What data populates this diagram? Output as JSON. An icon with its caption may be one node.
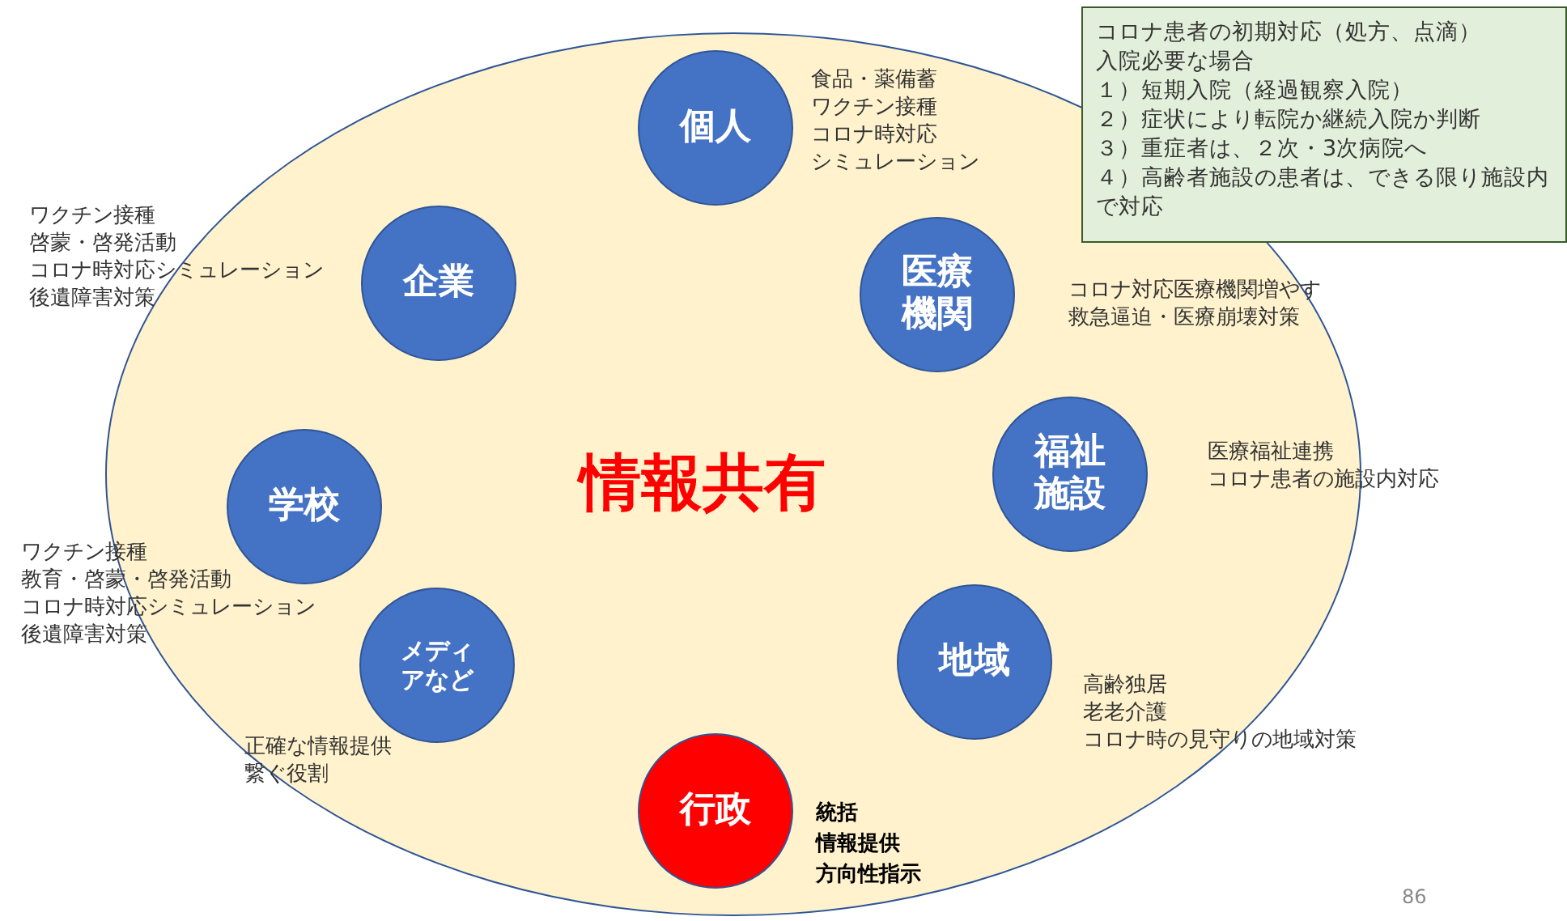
{
  "diagram": {
    "nodes": [
      {
        "text": [
          "情報共有"
        ]
      },
      {
        "text": [
          "個人"
        ],
        "in": 0,
        "beside": [
          "食品・薬備蓄",
          "ワクチン接種",
          "コロナ時対応",
          "シミュレーション"
        ]
      },
      {
        "text": [
          "企業"
        ],
        "in": 0,
        "beside": [
          "ワクチン接種",
          "啓蒙・啓発活動",
          "コロナ時対応シミュレーション",
          "後遺障害対策"
        ]
      },
      {
        "text": [
          "医療機関"
        ],
        "in": 0,
        "beside": [
          "コロナ対応医療機関増やす",
          "救急逼迫・医療崩壊対策"
        ]
      },
      {
        "text": [
          "福祉施設"
        ],
        "in": 0,
        "beside": [
          "医療福祉連携",
          "コロナ患者の施設内対応"
        ]
      },
      {
        "text": [
          "学校"
        ],
        "in": 0,
        "beside": [
          "ワクチン接種",
          "教育・啓蒙・啓発活動",
          "コロナ時対応シミュレーション",
          "後遺障害対策"
        ]
      },
      {
        "text": [
          "メディアなど"
        ],
        "in": 0,
        "beside": [
          "正確な情報提供",
          "繋ぐ役割"
        ]
      },
      {
        "text": [
          "地域"
        ],
        "in": 0,
        "beside": [
          "高齢独居",
          "老老介護",
          "コロナ時の見守りの地域対策"
        ]
      },
      {
        "text": [
          "行政"
        ],
        "in": 0,
        "beside": [
          "統括",
          "情報提供",
          "方向性指示"
        ]
      },
      {
        "text": [
          "コロナ患者の初期対応（処方、点滴）",
          "入院必要な場合",
          "１）短期入院（経過観察入院）",
          "２）症状により転院か継続入院か判断",
          "３）重症者は、２次・3次病院へ",
          "４）高齢者施設の患者は、できる限り施設内で対応"
        ]
      }
    ],
    "labels": [
      "86"
    ]
  }
}
